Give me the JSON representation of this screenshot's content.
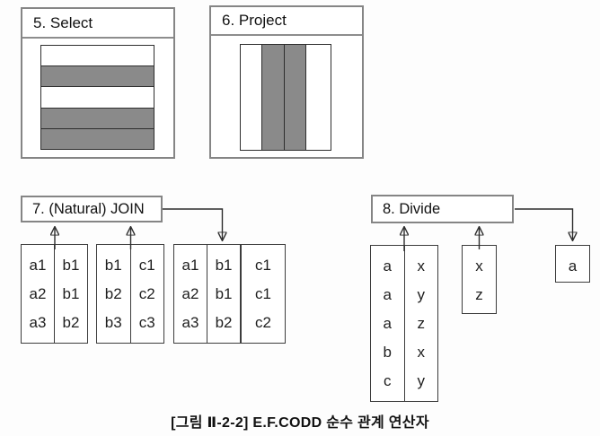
{
  "caption": "[그림 Ⅱ-2-2] E.F.CODD 순수 관계 연산자",
  "operators": {
    "select": {
      "title": "5. Select",
      "stripes": [
        "white",
        "gray",
        "white",
        "gray",
        "gray"
      ]
    },
    "project": {
      "title": "6. Project",
      "stripes": [
        "white",
        "gray",
        "gray",
        "white"
      ]
    },
    "join": {
      "title": "7. (Natural) JOIN",
      "table1": [
        [
          "a1",
          "b1"
        ],
        [
          "a2",
          "b1"
        ],
        [
          "a3",
          "b2"
        ]
      ],
      "table2": [
        [
          "b1",
          "c1"
        ],
        [
          "b2",
          "c2"
        ],
        [
          "b3",
          "c3"
        ]
      ],
      "result": [
        [
          "a1",
          "b1",
          "c1"
        ],
        [
          "a2",
          "b1",
          "c1"
        ],
        [
          "a3",
          "b2",
          "c2"
        ]
      ]
    },
    "divide": {
      "title": "8. Divide",
      "dividend": [
        [
          "a",
          "x"
        ],
        [
          "a",
          "y"
        ],
        [
          "a",
          "z"
        ],
        [
          "b",
          "x"
        ],
        [
          "c",
          "y"
        ]
      ],
      "divisor": [
        [
          "x"
        ],
        [
          "z"
        ]
      ],
      "result": [
        [
          "a"
        ]
      ]
    }
  },
  "colors": {
    "stripe_gray": "#8a8a8a",
    "line": "#2d2d2d",
    "background": "#fdfdfd"
  }
}
